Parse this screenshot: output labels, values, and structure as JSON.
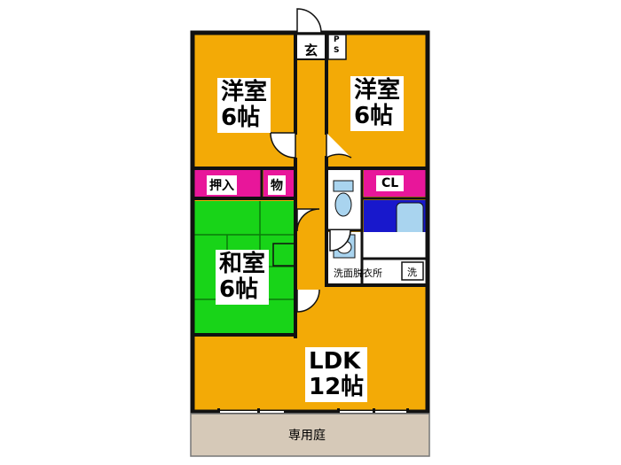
{
  "rooms": {
    "western_left": {
      "name": "洋室",
      "size": "6帖"
    },
    "western_right": {
      "name": "洋室",
      "size": "6帖"
    },
    "japanese": {
      "name": "和室",
      "size": "6帖"
    },
    "ldk": {
      "name": "LDK",
      "size": "12帖"
    }
  },
  "storage": {
    "oshiire": "押入",
    "mono": "物",
    "closet": "CL"
  },
  "entrance": "玄",
  "ps": {
    "top": "P",
    "bottom": "S"
  },
  "washroom": "洗面脱衣所",
  "washer": "洗",
  "garden": "専用庭",
  "colors": {
    "room_orange": "#f3aa06",
    "tatami_green": "#18d418",
    "storage_magenta": "#e8169a",
    "bath_blue": "#1818cc",
    "fixture_light_blue": "#a9d4ef",
    "garden_beige": "#d6c9b8",
    "wall": "#111111"
  }
}
